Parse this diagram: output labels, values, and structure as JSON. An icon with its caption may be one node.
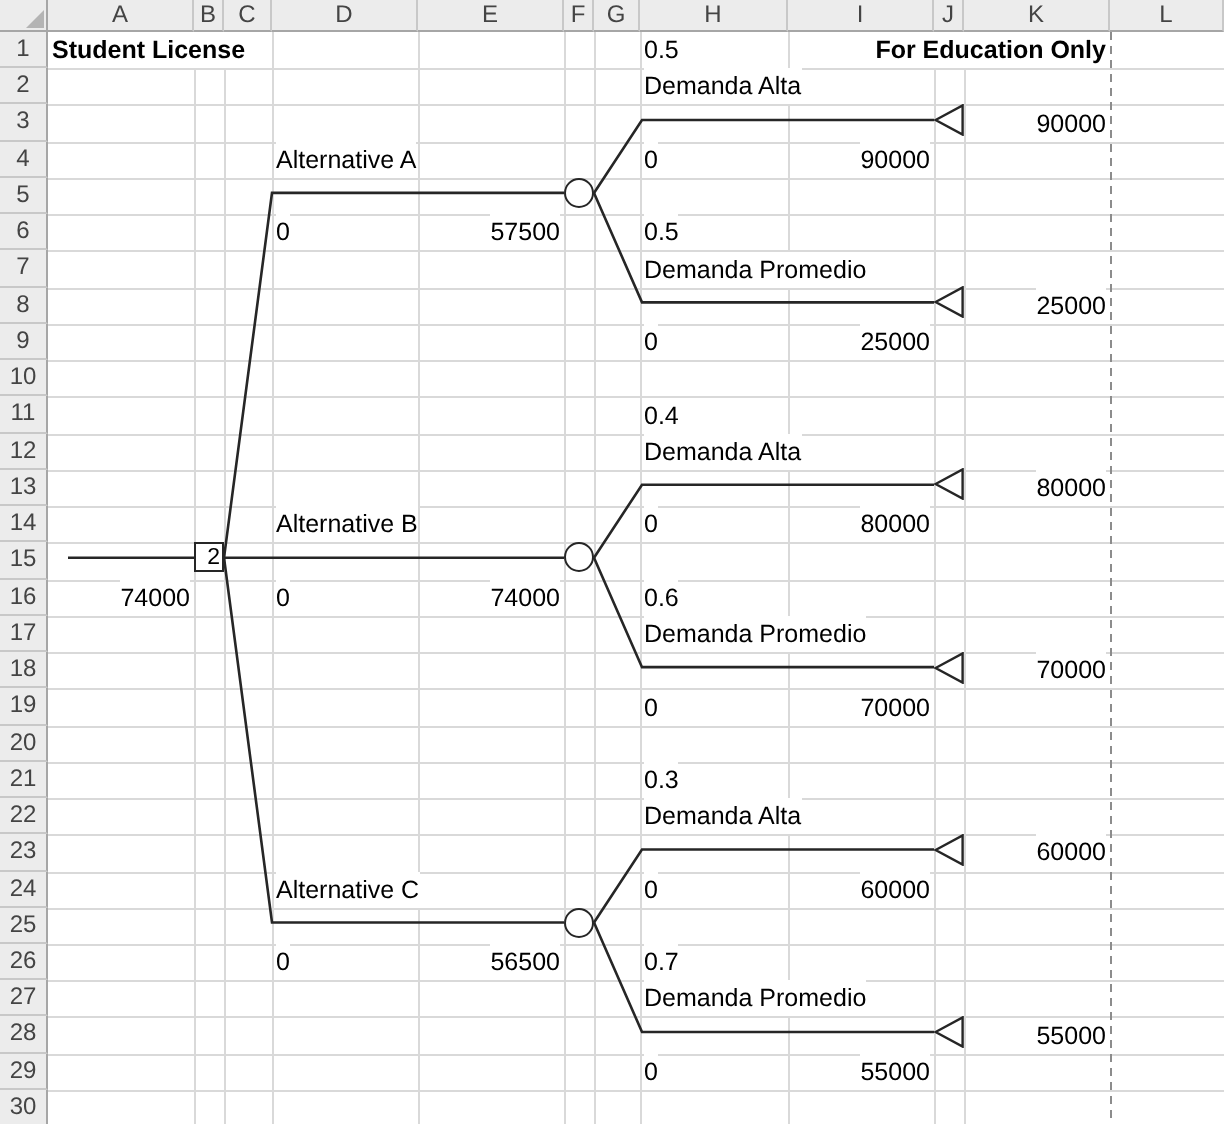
{
  "diagram": {
    "nodes": [
      {
        "text": [
          "2"
        ],
        "beside": [
          "74000"
        ]
      },
      {
        "text": [],
        "shape": "circle",
        "beside": [
          "57500"
        ]
      },
      {
        "text": [],
        "shape": "circle",
        "beside": [
          "74000"
        ]
      },
      {
        "text": [],
        "shape": "circle",
        "beside": [
          "56500"
        ]
      },
      {
        "text": [],
        "shape": "triangle",
        "beside": [
          "90000",
          "90000"
        ]
      },
      {
        "text": [],
        "shape": "triangle",
        "beside": [
          "25000",
          "25000"
        ]
      },
      {
        "text": [],
        "shape": "triangle",
        "beside": [
          "80000",
          "80000"
        ]
      },
      {
        "text": [],
        "shape": "triangle",
        "beside": [
          "70000",
          "70000"
        ]
      },
      {
        "text": [],
        "shape": "triangle",
        "beside": [
          "60000",
          "60000"
        ]
      },
      {
        "text": [],
        "shape": "triangle",
        "beside": [
          "55000",
          "55000"
        ]
      }
    ],
    "edges": [
      {
        "from": null,
        "to": 0,
        "arrow": "none"
      },
      {
        "from": 0,
        "to": 1,
        "arrow": "none",
        "label": "Alternative A"
      },
      {
        "from": 0,
        "to": 2,
        "arrow": "none",
        "label": "Alternative B"
      },
      {
        "from": 0,
        "to": 3,
        "arrow": "none",
        "label": "Alternative C"
      },
      {
        "from": 1,
        "to": 4,
        "arrow": "none",
        "label": "Demanda Alta"
      },
      {
        "from": 1,
        "to": 5,
        "arrow": "none",
        "label": "Demanda Promedio"
      },
      {
        "from": 2,
        "to": 6,
        "arrow": "none",
        "label": "Demanda Alta"
      },
      {
        "from": 2,
        "to": 7,
        "arrow": "none",
        "label": "Demanda Promedio"
      },
      {
        "from": 3,
        "to": 8,
        "arrow": "none",
        "label": "Demanda Alta"
      },
      {
        "from": 3,
        "to": 9,
        "arrow": "none",
        "label": "Demanda Promedio"
      }
    ],
    "labels": [
      "A",
      "B",
      "C",
      "D",
      "E",
      "F",
      "G",
      "H",
      "I",
      "J",
      "K",
      "L",
      "1",
      "2",
      "3",
      "4",
      "5",
      "6",
      "7",
      "8",
      "9",
      "10",
      "11",
      "12",
      "13",
      "14",
      "15",
      "16",
      "17",
      "18",
      "19",
      "20",
      "21",
      "22",
      "23",
      "24",
      "25",
      "26",
      "27",
      "28",
      "29",
      "30",
      "Student License",
      "0.5",
      "For Education Only",
      "0",
      "0",
      "0.5",
      "0",
      "0.4",
      "0",
      "0",
      "0.6",
      "0",
      "0.3",
      "0",
      "0",
      "0.7",
      "0"
    ]
  }
}
